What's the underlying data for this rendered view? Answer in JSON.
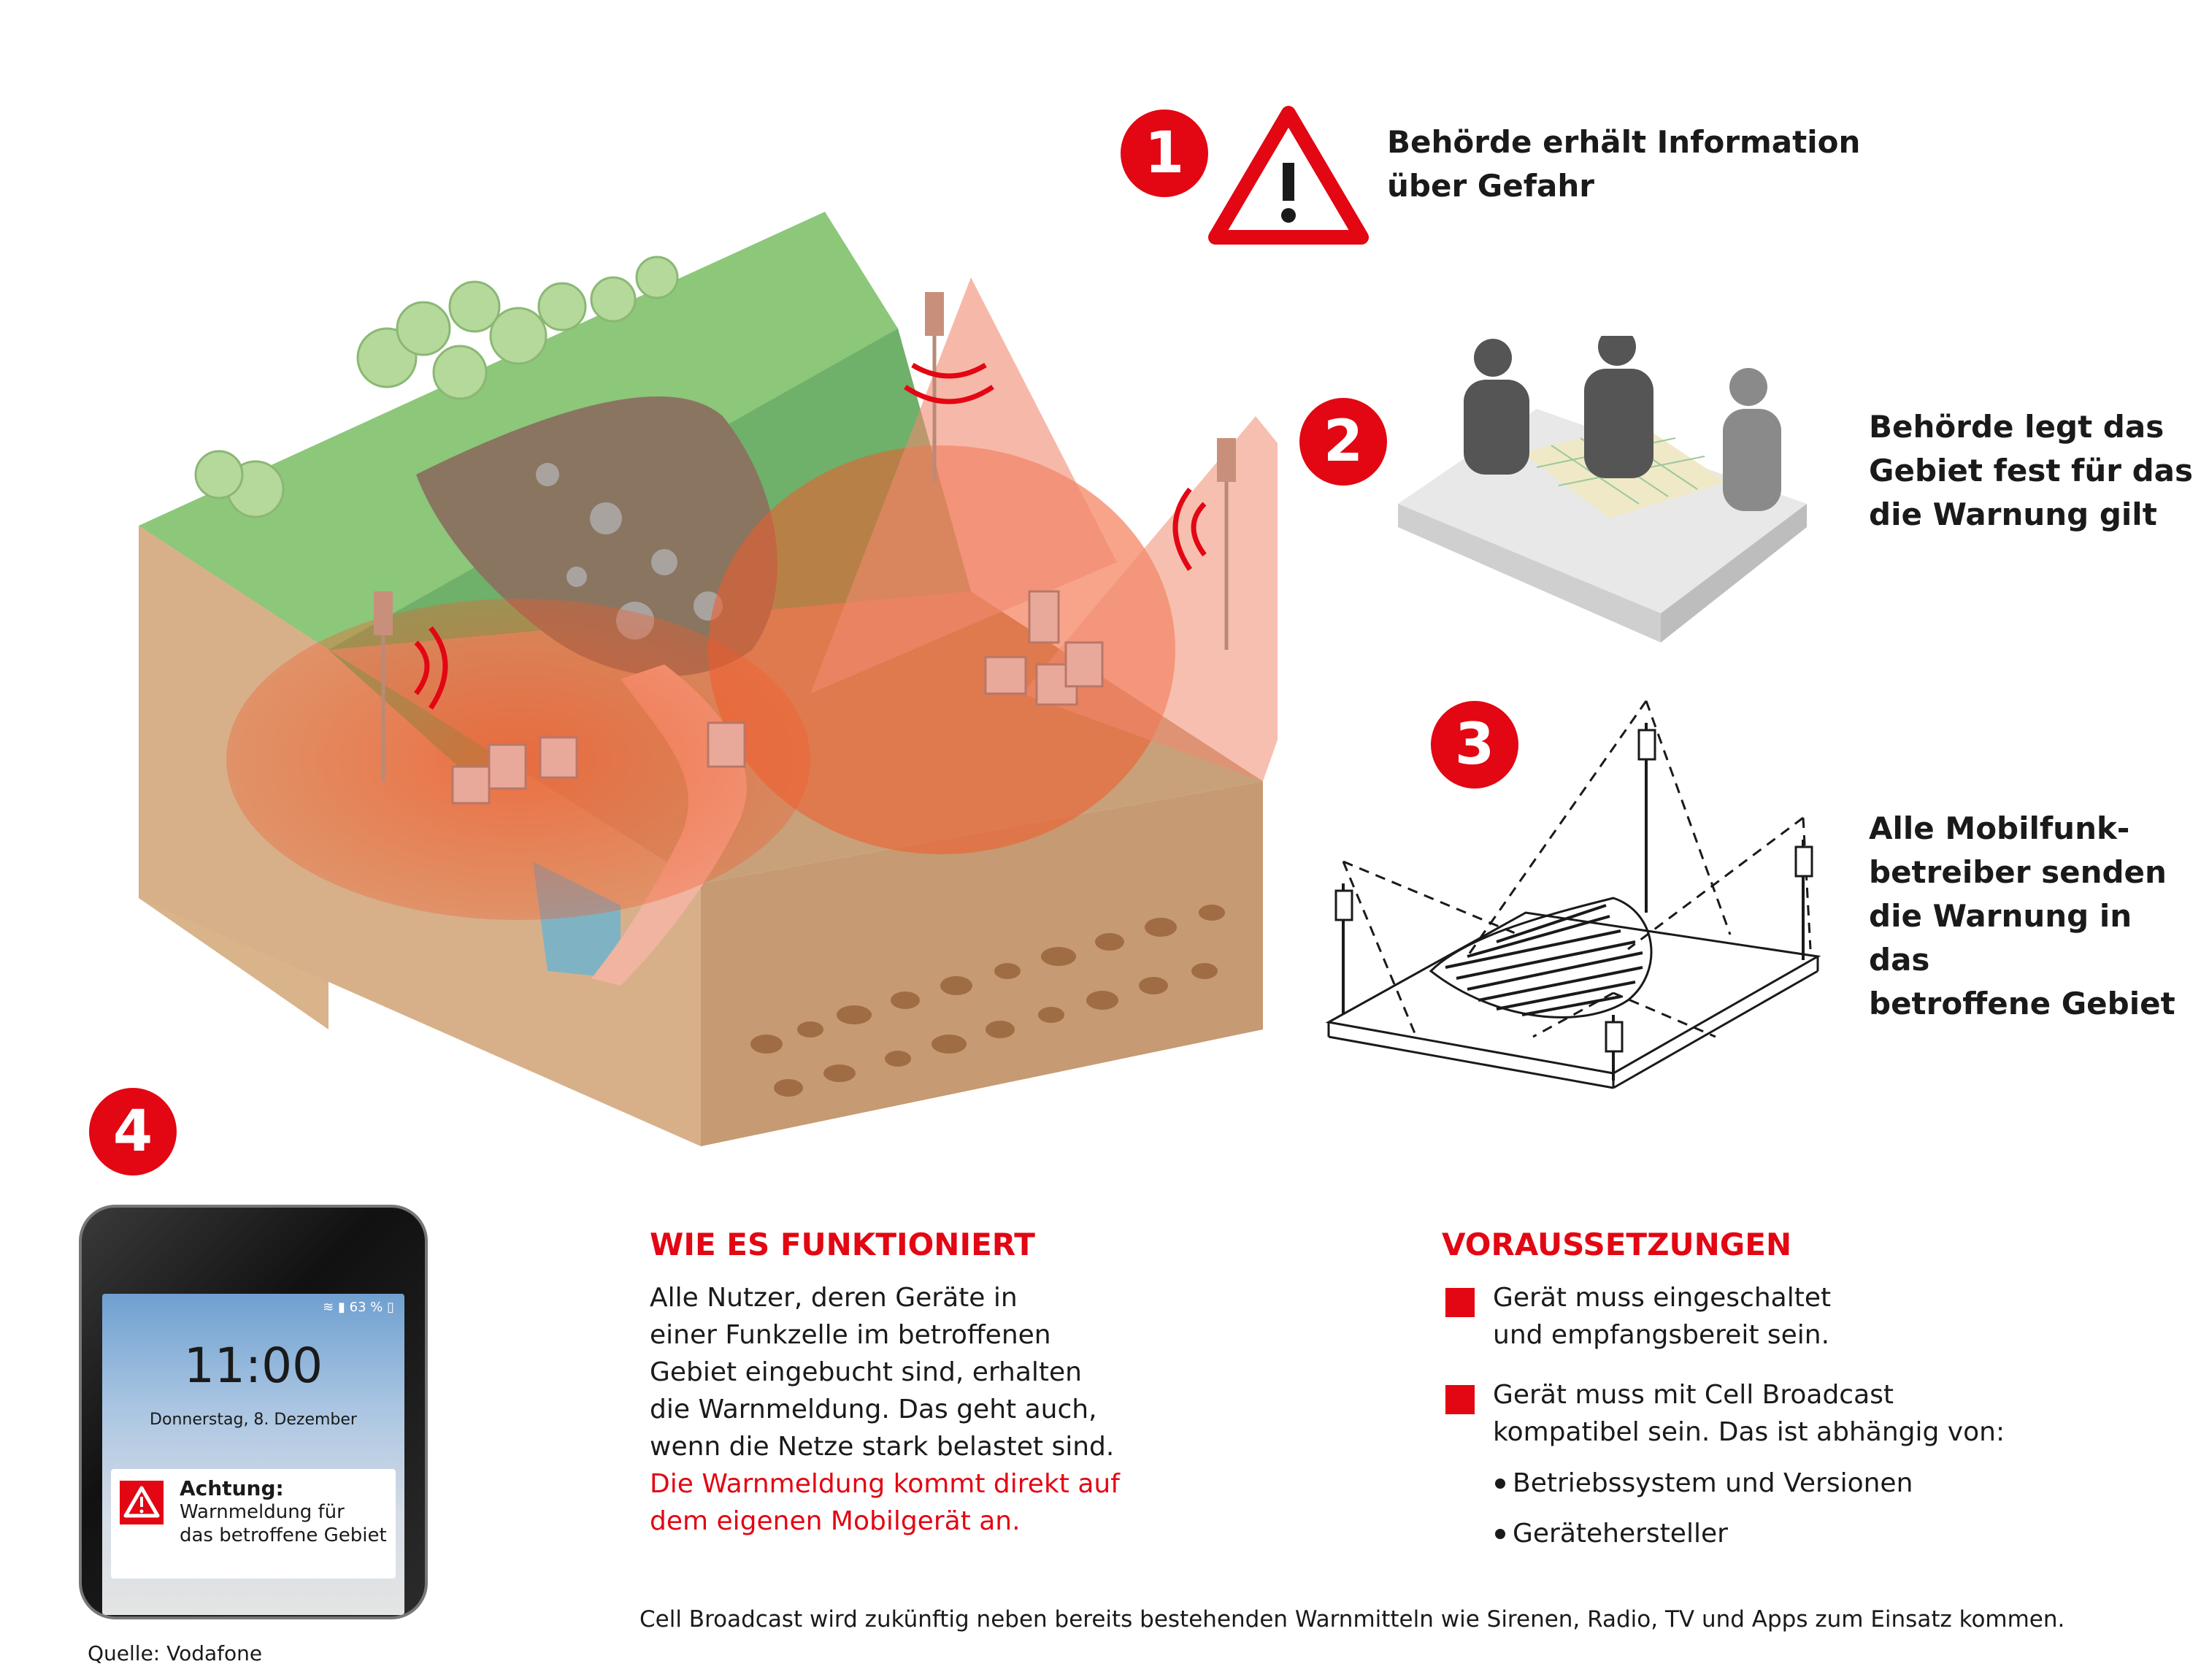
{
  "steps": [
    {
      "number": "1",
      "lines": [
        "Behörde erhält Information",
        "über Gefahr"
      ]
    },
    {
      "number": "2",
      "lines": [
        "Behörde legt das",
        "Gebiet fest für das",
        "die Warnung gilt"
      ]
    },
    {
      "number": "3",
      "lines": [
        "Alle Mobilfunk-",
        "betreiber senden",
        "die Warnung in das",
        "betroffene Gebiet"
      ]
    },
    {
      "number": "4"
    }
  ],
  "phone": {
    "battery": "63 %",
    "time": "11:00",
    "date": "Donnerstag, 8. Dezember",
    "alert_title": "Achtung:",
    "alert_lines": [
      "Warnmeldung für",
      "das betroffene Gebiet"
    ]
  },
  "how_it_works": {
    "heading": "WIE ES FUNKTIONIERT",
    "lines": [
      "Alle Nutzer, deren Geräte in",
      "einer Funkzelle im betroffenen",
      "Gebiet eingebucht sind, erhalten",
      "die Warnmeldung. Das geht auch,",
      "wenn die Netze stark belastet sind."
    ],
    "red_lines": [
      "Die Warnmeldung kommt direkt auf",
      "dem eigenen Mobilgerät an."
    ]
  },
  "requirements": {
    "heading": "VORAUSSETZUNGEN",
    "item1": [
      "Gerät muss eingeschaltet",
      "und empfangsbereit sein."
    ],
    "item2": [
      "Gerät muss mit Cell Broadcast",
      "kompatibel sein. Das ist abhängig von:"
    ],
    "sub": [
      "Betriebssystem und Versionen",
      "Gerätehersteller"
    ]
  },
  "footer": "Cell Broadcast wird zukünftig neben bereits bestehenden Warnmitteln wie Sirenen, Radio, TV und Apps zum Einsatz kommen.",
  "source": "Quelle: Vodafone",
  "colors": {
    "accent": "#e30613",
    "grass": "#7fc26b",
    "soil": "#d9b48d",
    "danger_zone": "#f08060"
  },
  "icons": [
    "warning-triangle-icon",
    "people-at-table-illustration",
    "cell-coverage-diagram",
    "landslide-illustration",
    "smartphone-illustration"
  ]
}
